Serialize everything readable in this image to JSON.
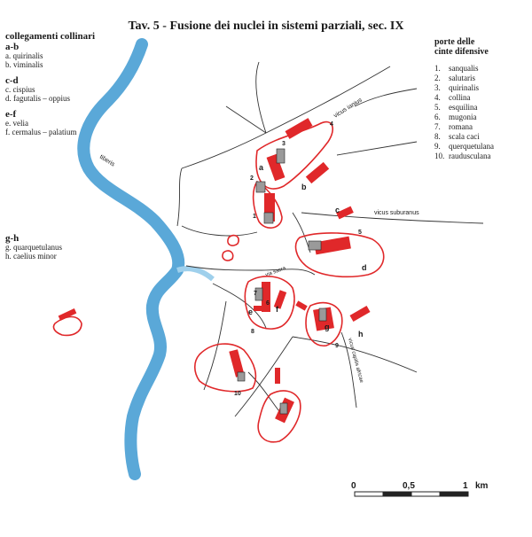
{
  "title": "Tav. 5 - Fusione dei nuclei in sistemi parziali, sec. IX",
  "left_legend": {
    "heading": "collegamenti collinari",
    "groups": [
      {
        "pair": "a-b",
        "items": [
          "a. quirinalis",
          "b. viminalis"
        ]
      },
      {
        "pair": "c-d",
        "items": [
          "c. cispius",
          "d. fagutalis – oppius"
        ]
      },
      {
        "pair": "e-f",
        "items": [
          "e. velia",
          "f. cermalus – palatium"
        ]
      },
      {
        "pair": "g-h",
        "items": [
          "g. quarquetulanus",
          "h. caelius minor"
        ]
      }
    ]
  },
  "right_legend": {
    "heading_line1": "porte delle",
    "heading_line2": "cinte difensive",
    "gates": [
      {
        "n": "1.",
        "name": "sanqualis"
      },
      {
        "n": "2.",
        "name": "salutaris"
      },
      {
        "n": "3.",
        "name": "quirinalis"
      },
      {
        "n": "4.",
        "name": "collina"
      },
      {
        "n": "5.",
        "name": "esquilina"
      },
      {
        "n": "6.",
        "name": "mugonia"
      },
      {
        "n": "7.",
        "name": "romana"
      },
      {
        "n": "8.",
        "name": "scala caci"
      },
      {
        "n": "9.",
        "name": "querquetulana"
      },
      {
        "n": "10.",
        "name": "raudusculana"
      }
    ]
  },
  "map_labels": {
    "river": "tiberis",
    "road_1": "vicus ianius",
    "road_2": "vicus suburanus",
    "road_3": "via sacra",
    "road_4": "vicus capitis africae",
    "hill_a": "a",
    "hill_b": "b",
    "hill_c": "c",
    "hill_d": "d",
    "hill_e": "e",
    "hill_f": "f",
    "hill_g": "g",
    "hill_h": "h",
    "gate_1": "1",
    "gate_2": "2",
    "gate_3": "3",
    "gate_4": "4",
    "gate_5": "5",
    "gate_6": "6",
    "gate_7": "7",
    "gate_8": "8",
    "gate_9": "9",
    "gate_10": "10"
  },
  "scale": {
    "zero": "0",
    "half": "0,5",
    "one": "1",
    "unit": "km"
  },
  "colors": {
    "river": "#5aa8d8",
    "settlement": "#e0282a",
    "ink": "#222222"
  }
}
